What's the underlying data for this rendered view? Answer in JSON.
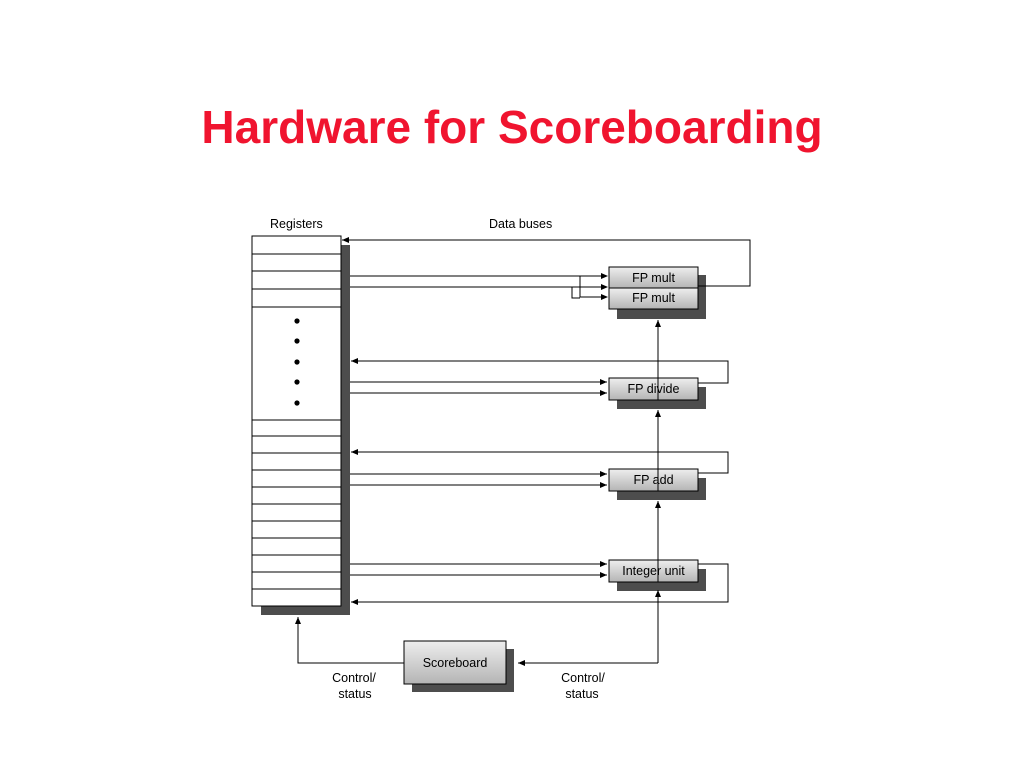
{
  "slide": {
    "title": "Hardware for Scoreboarding"
  },
  "diagram": {
    "registers_label": "Registers",
    "data_buses_label": "Data buses",
    "units": {
      "fp_mult_1": "FP mult",
      "fp_mult_2": "FP mult",
      "fp_divide": "FP divide",
      "fp_add": "FP add",
      "integer_unit": "Integer unit"
    },
    "scoreboard_label": "Scoreboard",
    "control_status_left": [
      "Control/",
      "status"
    ],
    "control_status_right": [
      "Control/",
      "status"
    ]
  }
}
